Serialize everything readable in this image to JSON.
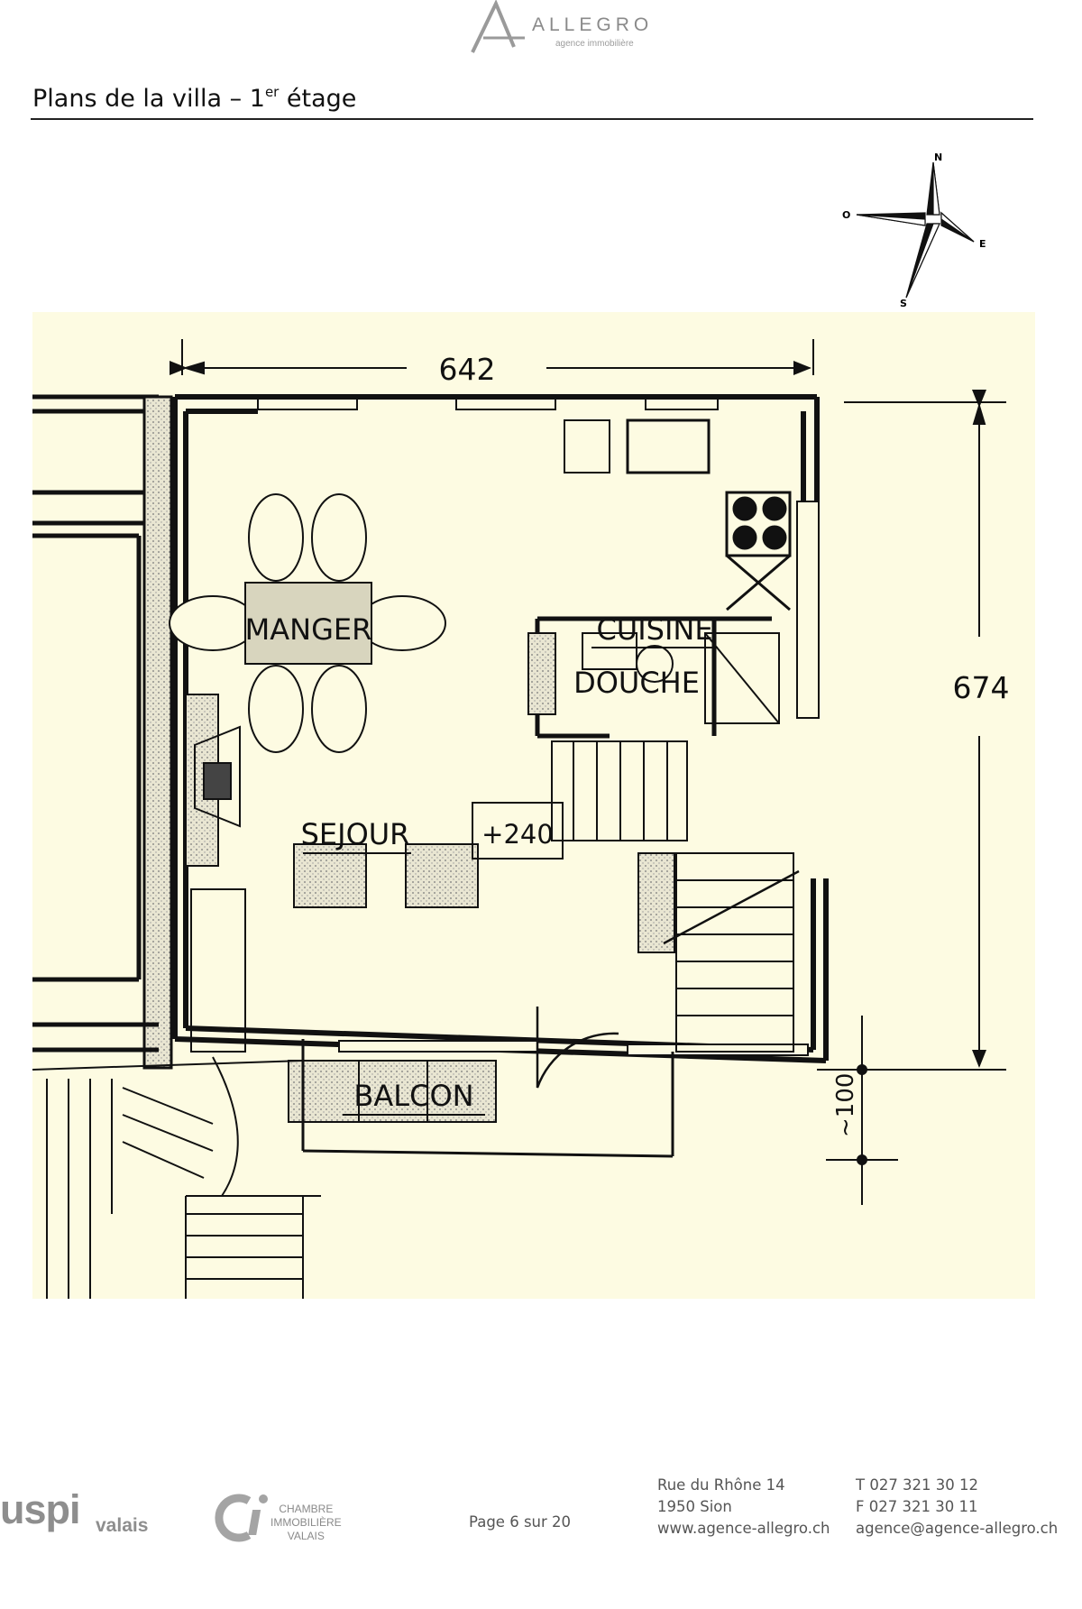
{
  "header": {
    "brand": "ALLEGRO",
    "tagline": "agence immobilière"
  },
  "title": {
    "text_before": "Plans de la villa – 1",
    "superscript": "er",
    "text_after": " étage"
  },
  "compass": {
    "north": "N",
    "west": "O",
    "east": "E",
    "south": "S"
  },
  "plan": {
    "dim_width": "642",
    "dim_height": "674",
    "dim_balcony": "~100",
    "level": "+240",
    "rooms": {
      "manger": "MANGER",
      "cuisine": "CUISINE",
      "douche": "DOUCHE",
      "sejour": "SEJOUR",
      "balcon": "BALCON"
    },
    "colors": {
      "paper": "#fdfbe2",
      "ink": "#1a1a1a"
    }
  },
  "footer": {
    "uspi": "uspi",
    "uspi_region": "valais",
    "chamber_line1": "CHAMBRE",
    "chamber_line2": "IMMOBILIÈRE",
    "chamber_line3": "VALAIS",
    "page_prefix": "Page ",
    "page_current": "6",
    "page_sep": " sur ",
    "page_total": "20",
    "address_line1": "Rue du Rhône 14",
    "address_line2": "1950 Sion",
    "website": "www.agence-allegro.ch",
    "phone": "T 027 321 30 12",
    "fax": "F 027 321 30 11",
    "email": "agence@agence-allegro.ch"
  }
}
